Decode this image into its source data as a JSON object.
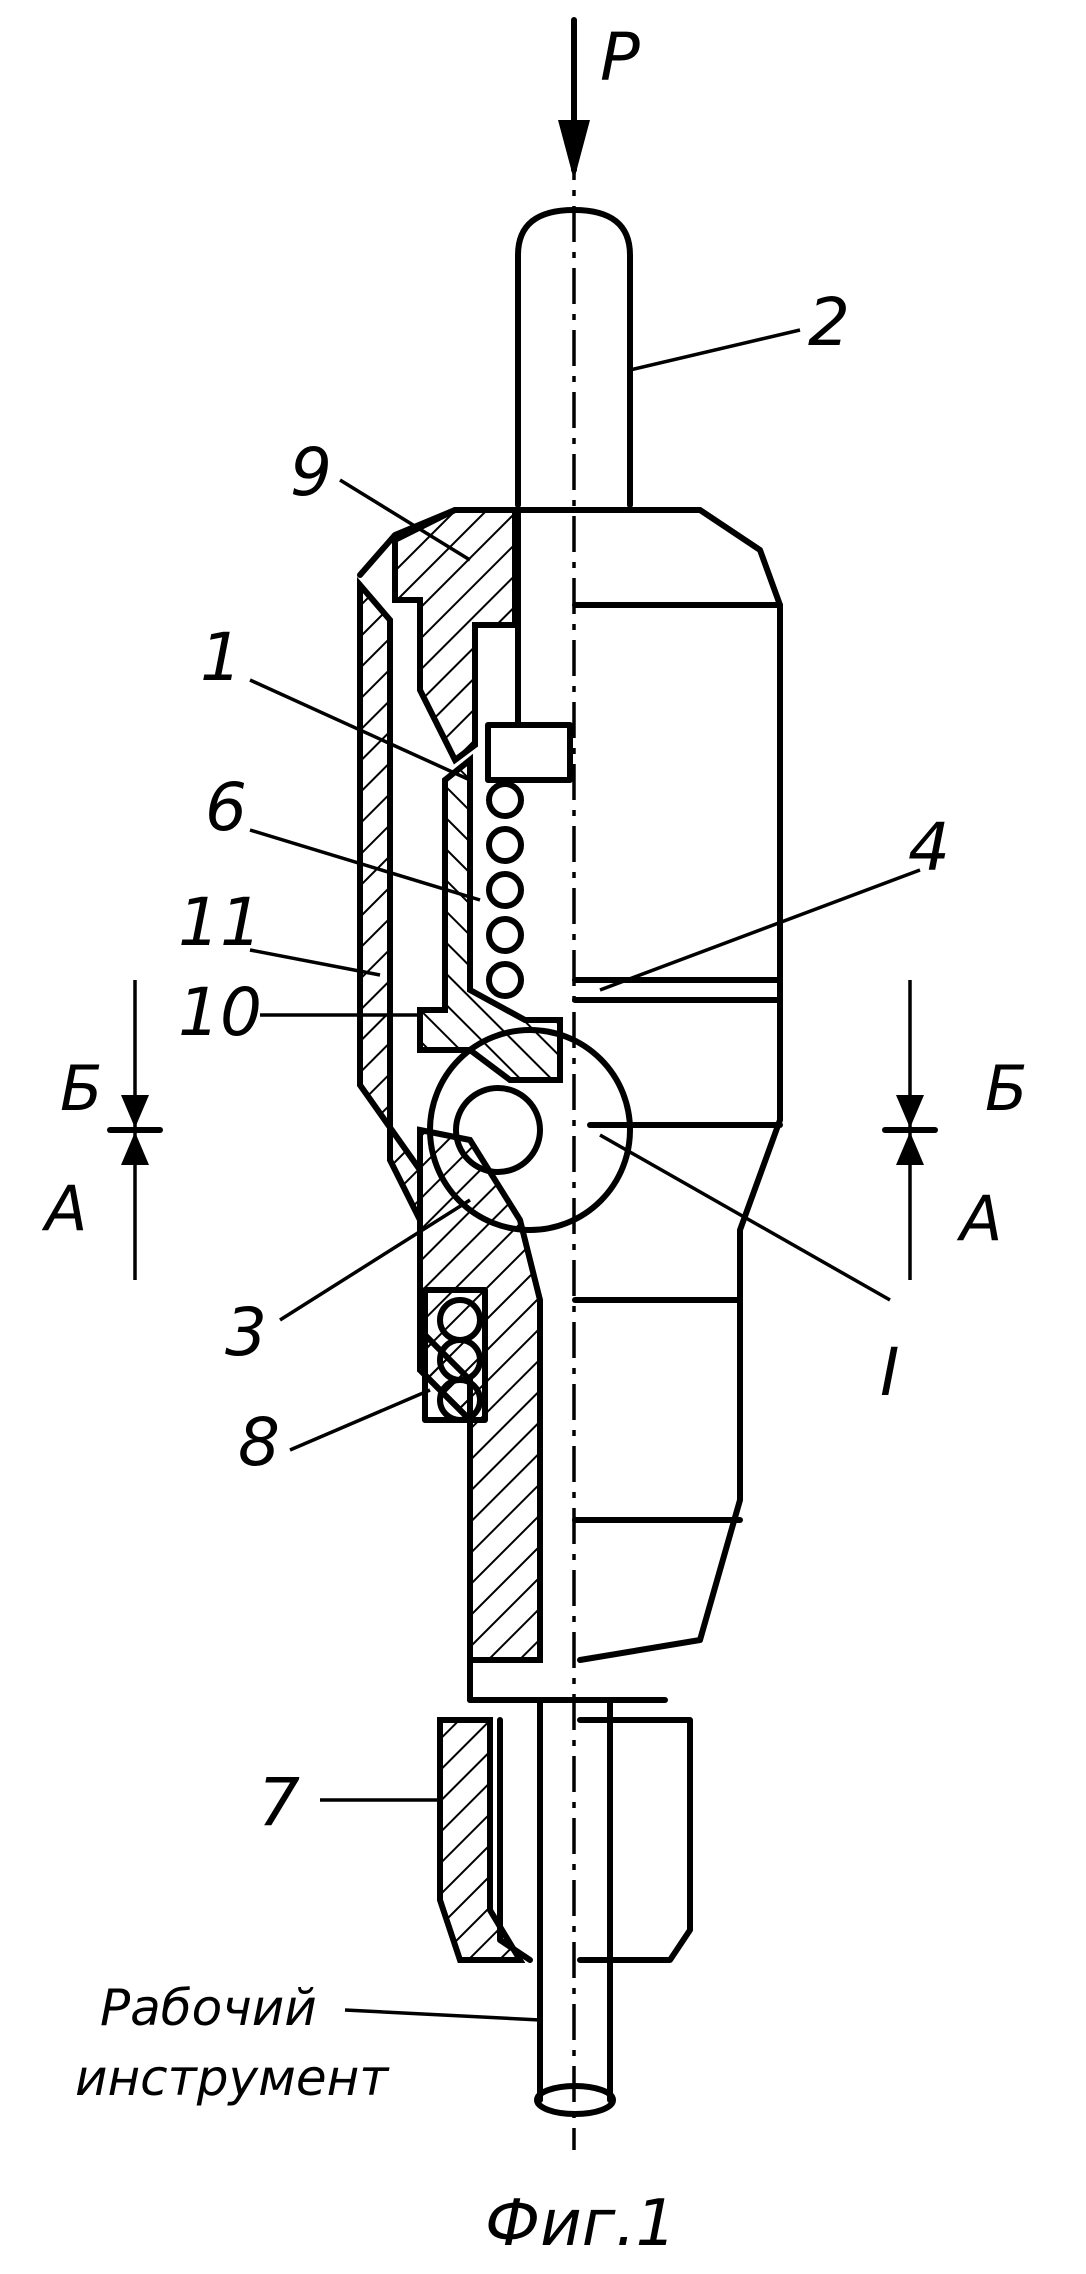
{
  "figure": {
    "force_label": "P",
    "part_labels": [
      "1",
      "2",
      "3",
      "4",
      "6",
      "7",
      "8",
      "9",
      "10",
      "11"
    ],
    "section_top_left": "Б",
    "section_bottom_left": "А",
    "section_top_right": "Б",
    "section_bottom_right": "А",
    "detail_label": "I",
    "tool_label_line1": "Рабочий",
    "tool_label_line2": "инструмент",
    "caption": "Фиг.1"
  }
}
